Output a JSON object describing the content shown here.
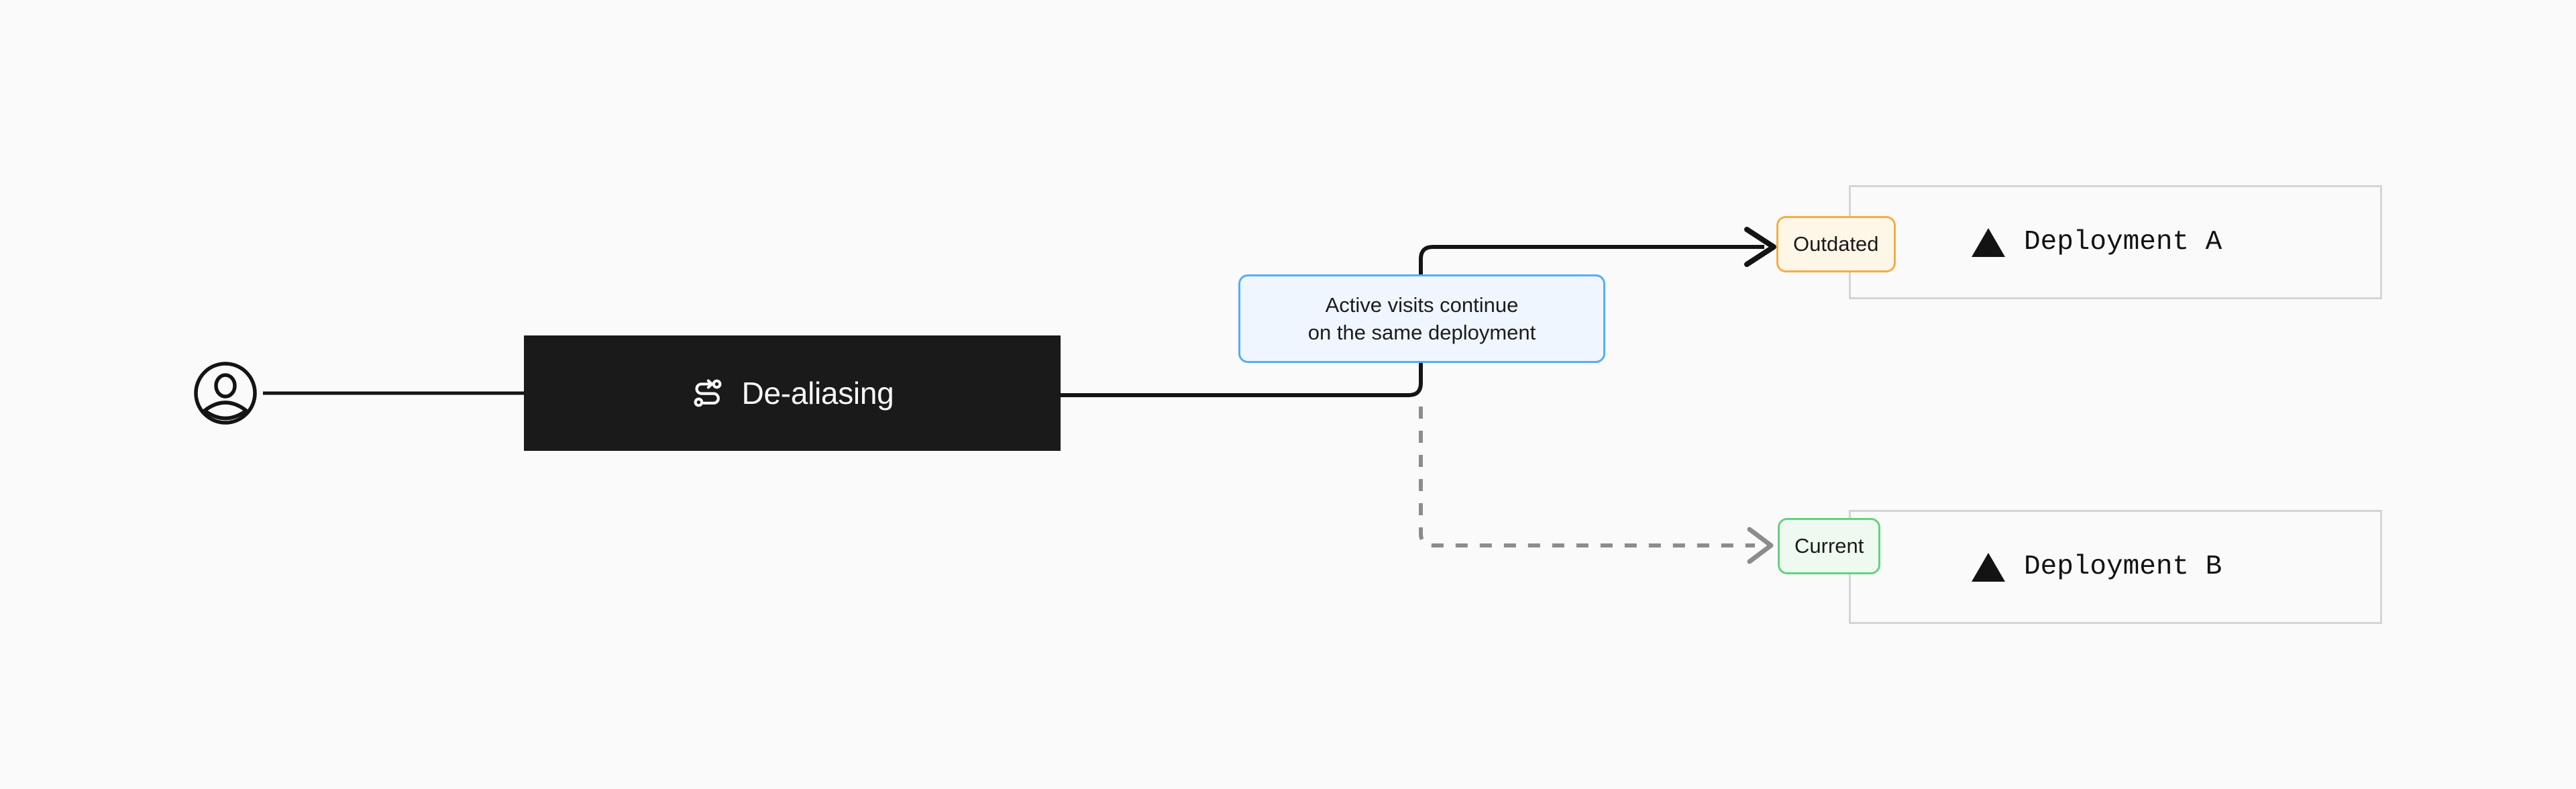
{
  "diagram": {
    "title": "De-aliasing",
    "background_color": "#FAFAFA"
  },
  "user": {
    "icon": "user-avatar-icon",
    "stroke_color": "#141414"
  },
  "node": {
    "icon": "route-icon",
    "label": "De-aliasing",
    "background_color": "#1A1A1A",
    "text_color": "#FAFAFA"
  },
  "callout": {
    "text": "Active visits continue\non the same deployment",
    "background_color": "#EFF6FF",
    "border_color": "#53AEF5"
  },
  "deployments": [
    {
      "id": "deployment-a",
      "name": "Deployment A",
      "icon": "vercel-triangle-icon",
      "badge": {
        "label": "Outdated",
        "background_color": "#FEF6E7",
        "border_color": "#F2AE45"
      },
      "card_border_color": "#D4D4D4"
    },
    {
      "id": "deployment-b",
      "name": "Deployment B",
      "icon": "vercel-triangle-icon",
      "badge": {
        "label": "Current",
        "background_color": "#EEFAEF",
        "border_color": "#62D47C"
      },
      "card_border_color": "#D4D4D4"
    }
  ],
  "connectors": [
    {
      "id": "user-to-node",
      "style": "solid",
      "color": "#141414",
      "arrow": false
    },
    {
      "id": "node-to-outdated",
      "style": "solid",
      "color": "#141414",
      "arrow": true
    },
    {
      "id": "node-to-current",
      "style": "dashed",
      "color": "#8C8C8C",
      "arrow": true
    }
  ]
}
